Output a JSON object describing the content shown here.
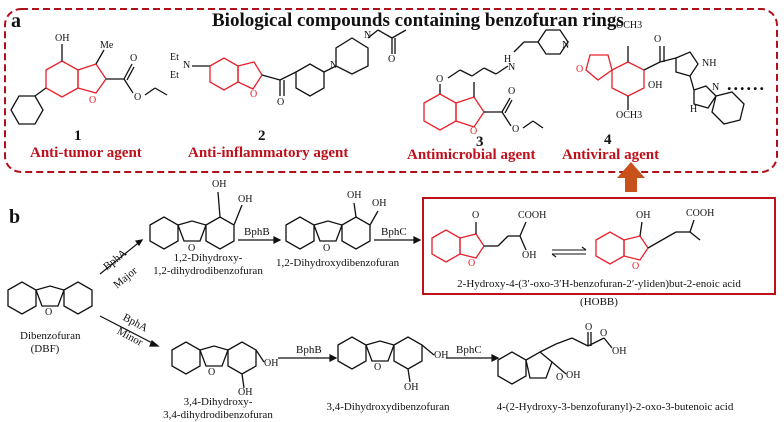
{
  "panel_a": {
    "letter": "a",
    "title": "Biological compounds containing benzofuran rings",
    "compounds": [
      {
        "number": "1",
        "activity": "Anti-tumor agent"
      },
      {
        "number": "2",
        "activity": "Anti-inflammatory agent"
      },
      {
        "number": "3",
        "activity": "Antimicrobial agent"
      },
      {
        "number": "4",
        "activity": "Antiviral agent"
      }
    ],
    "ellipsis": "......",
    "atoms": {
      "oh": "OH",
      "me": "Me",
      "o": "O",
      "et": "Et",
      "n": "N",
      "h": "H",
      "nh": "NH",
      "och3": "OCH3",
      "o_word": "O"
    }
  },
  "panel_b": {
    "letter": "b",
    "start_compound": {
      "name": "Dibenzofuran",
      "abbr": "(DBF)"
    },
    "major_branch": {
      "enzyme": "BphA",
      "route": "Major"
    },
    "minor_branch": {
      "enzyme": "BphA",
      "route": "Minor"
    },
    "upper_path": {
      "intermediate1": {
        "line1": "1,2-Dihydroxy-",
        "line2": "1,2-dihydrodibenzofuran"
      },
      "enzyme1": "BphB",
      "intermediate2": "1,2-Dihydroxydibenzofuran",
      "enzyme2": "BphC",
      "product": {
        "line1": "2-Hydroxy-4-(3′-oxo-3′H-benzofuran-2′-yliden)but-2-enoic acid",
        "line2": "(HOBB)"
      }
    },
    "lower_path": {
      "intermediate1": {
        "line1": "3,4-Dihydroxy-",
        "line2": "3,4-dihydrodibenzofuran"
      },
      "enzyme1": "BphB",
      "intermediate2": "3,4-Dihydroxydibenzofuran",
      "enzyme2": "BphC",
      "product": "4-(2-Hydroxy-3-benzofuranyl)-2-oxo-3-butenoic acid"
    },
    "atoms": {
      "oh": "OH",
      "o": "O",
      "cooh": "COOH"
    }
  },
  "colors": {
    "accent_red": "#c0101a",
    "ring_red": "#e8202a",
    "arrow_orange": "#c8501a",
    "ink": "#111111"
  }
}
